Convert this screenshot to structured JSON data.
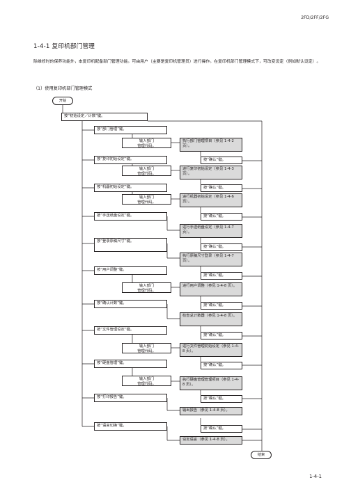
{
  "header": {
    "model": "2FD/2FF/2FG",
    "page_number": "1-4-1"
  },
  "section": {
    "title": "1-4-1  复印机部门管理",
    "intro": "除维修时的保养功能外，本复印机配备部门管理功能。可由用户（主要是复印机管理员）进行操作。在复印机部门管理模式下，可改变设定（例如默认设定）。",
    "subtitle": "（1）使用复印机部门管理模式"
  },
  "flow": {
    "start": "开始",
    "end": "结束",
    "step_initial": "按“初始设定／计数”键。",
    "enter_code_1": "输入部门",
    "enter_code_2": "管理代码。",
    "confirm": "按“确认”键。",
    "keys": {
      "dept": "按“部门管理”键。",
      "copy_init": "按“复印初始设定”键。",
      "machine_init": "按“机器初始设定”键。",
      "bypass": "按“手送纸盘设定”键。",
      "orig_size": "按“登录原稿尺寸”键。",
      "user_adj": "按“用户调整”键。",
      "counter": "按“确认计数”键。",
      "doc_mgmt": "按“文件管理设定”键。",
      "hdd": "按“硬盘管理”键。",
      "report": "按“打印报告”键。",
      "lang": "按“语言切换”键。"
    },
    "actions": {
      "dept": "执行部门管理项目（参见 1-4-2 页）。",
      "copy_init": "进行复印初始设定（参见 1-4-3 页）。",
      "machine_init": "进行机器初始设定（参见 1-4-6 页）。",
      "bypass": "进行手送纸盘设定（参见 1-4-7 页）。",
      "orig_size": "执行原稿尺寸登录（参见 1-4-7 页）。",
      "user_adj": "进行用户调整（参见 1-4-8 页）。",
      "counter": "检查总计数器（参见 1-4-8 页）。",
      "doc_mgmt": "进行文件管理初始设定（参见 1-4-8 页）。",
      "hdd": "执行硬盘管理管理项目（参见 1-4-8 页）。",
      "report": "输出报告（参见 1-4-8 页）。",
      "lang": "设定语言（参见 1-4-8 页）。"
    }
  }
}
